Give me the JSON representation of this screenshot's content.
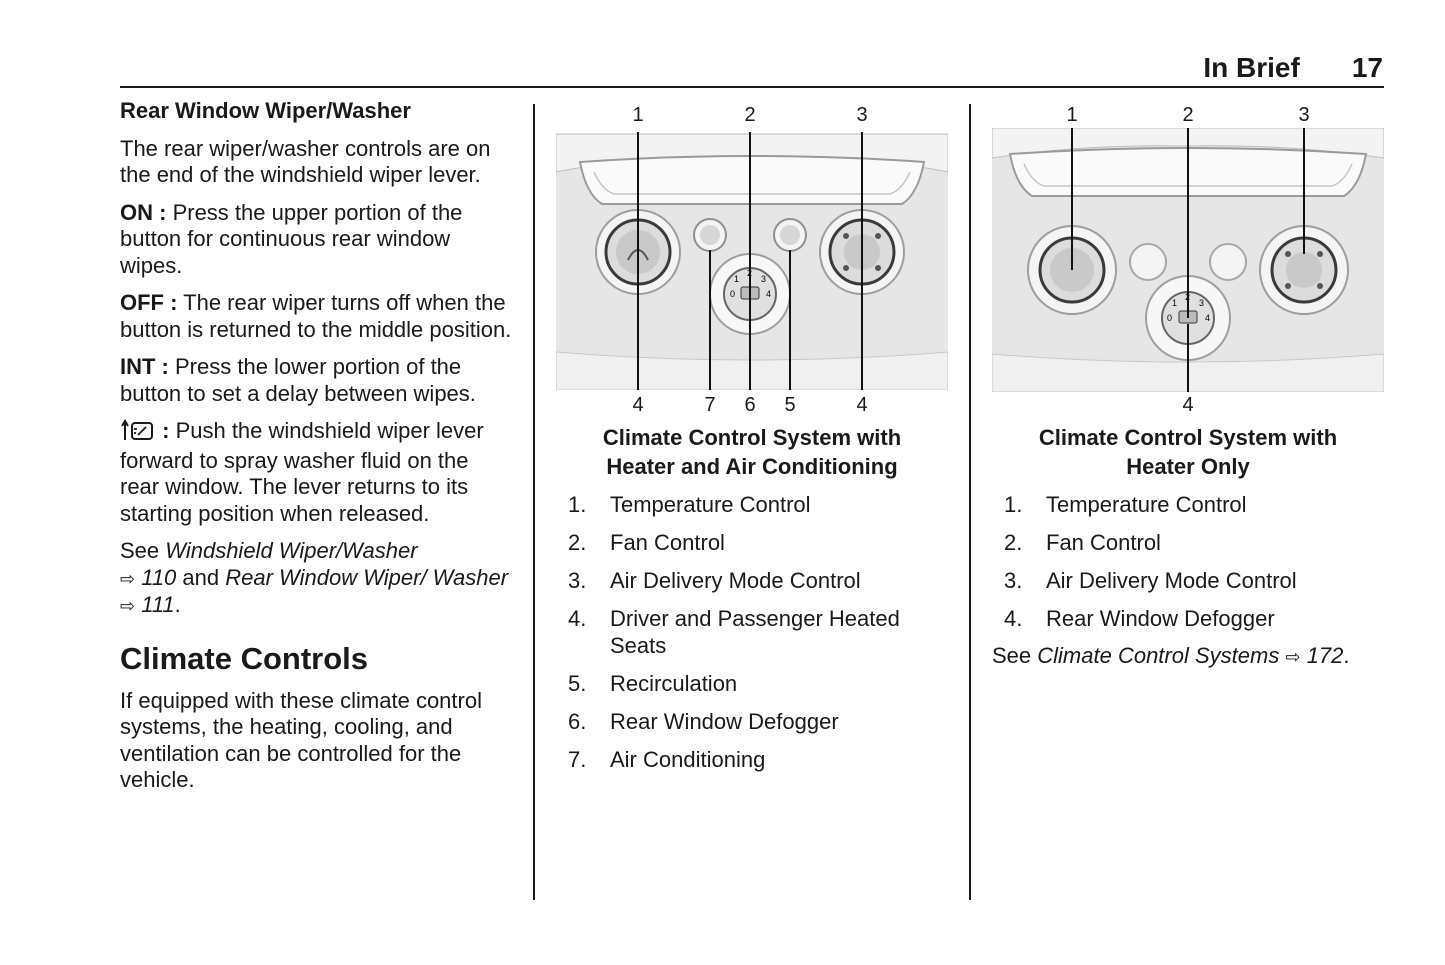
{
  "header": {
    "section": "In Brief",
    "page": "17"
  },
  "left": {
    "heading": "Rear Window Wiper/Washer",
    "intro": "The rear wiper/washer controls are on the end of the windshield wiper lever.",
    "on": {
      "label": "ON :",
      "text": " Press the upper portion of the button for continuous rear window wipes."
    },
    "off": {
      "label": "OFF :",
      "text": " The rear wiper turns off when the button is returned to the middle position."
    },
    "int": {
      "label": "INT :",
      "text": " Press the lower portion of the button to set a delay between wipes."
    },
    "washer": {
      "icon": "rear-washer-icon",
      "label": " :",
      "text": " Push the windshield wiper lever forward to spray washer fluid on the rear window. The lever returns to its starting position when released."
    },
    "see": {
      "prefix": "See ",
      "ref1": "Windshield Wiper/Washer",
      "page1": "110",
      "middle": " and ",
      "ref2": "Rear Window Wiper/ Washer",
      "page2": "111",
      "suffix": "."
    },
    "climate_heading": "Climate Controls",
    "climate_text": "If equipped with these climate control systems, the heating, cooling, and ventilation can be controlled for the vehicle."
  },
  "figure_ac": {
    "top_callouts": [
      "1",
      "2",
      "3"
    ],
    "bottom_callouts": [
      "4",
      "7",
      "6",
      "5",
      "4"
    ],
    "dial_numbers": [
      "0",
      "1",
      "2",
      "3",
      "4"
    ],
    "caption": [
      "Climate Control System with",
      "Heater and Air Conditioning"
    ],
    "legend": [
      {
        "num": "1.",
        "text": "Temperature Control"
      },
      {
        "num": "2.",
        "text": "Fan Control"
      },
      {
        "num": "3.",
        "text": "Air Delivery Mode Control"
      },
      {
        "num": "4.",
        "text": "Driver and Passenger Heated Seats"
      },
      {
        "num": "5.",
        "text": "Recirculation"
      },
      {
        "num": "6.",
        "text": "Rear Window Defogger"
      },
      {
        "num": "7.",
        "text": "Air Conditioning"
      }
    ]
  },
  "figure_heater": {
    "top_callouts": [
      "1",
      "2",
      "3"
    ],
    "bottom_callouts": [
      "4"
    ],
    "dial_numbers": [
      "0",
      "1",
      "2",
      "3",
      "4"
    ],
    "caption": [
      "Climate Control System with",
      "Heater Only"
    ],
    "legend": [
      {
        "num": "1.",
        "text": "Temperature Control"
      },
      {
        "num": "2.",
        "text": "Fan Control"
      },
      {
        "num": "3.",
        "text": "Air Delivery Mode Control"
      },
      {
        "num": "4.",
        "text": "Rear Window Defogger"
      }
    ],
    "see": {
      "prefix": "See ",
      "ref": "Climate Control Systems",
      "page": "172",
      "suffix": "."
    }
  },
  "colors": {
    "text": "#1a1a1a",
    "panel": "#e4e4e4",
    "panel_light": "#f2f2f2",
    "knob": "#cfcfcf",
    "line": "#222222"
  }
}
